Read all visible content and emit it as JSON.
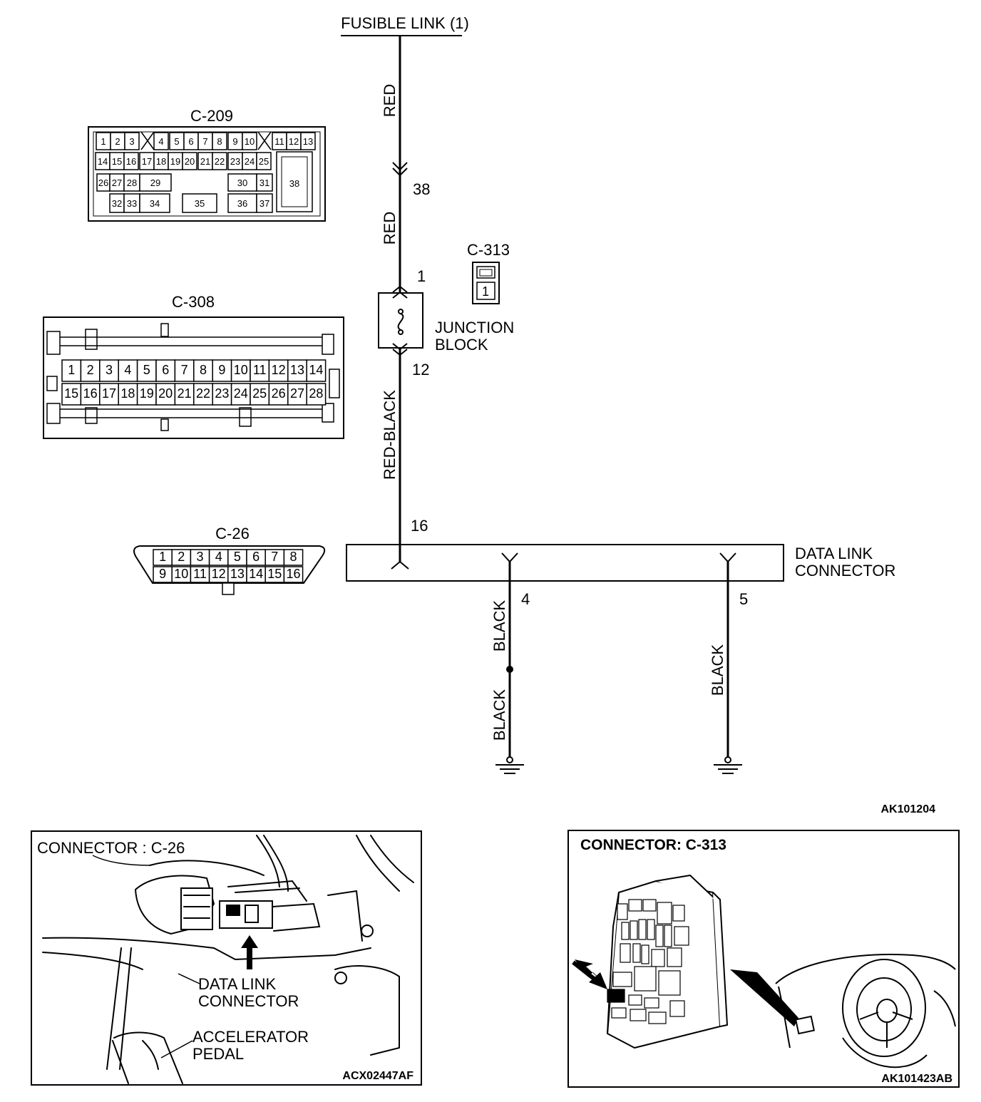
{
  "schematic": {
    "fusible_link": "FUSIBLE LINK (1)",
    "wires": {
      "red_upper": "RED",
      "red_lower": "RED",
      "red_black": "RED-BLACK",
      "black_pin4_upper": "BLACK",
      "black_pin4_lower": "BLACK",
      "black_pin5": "BLACK"
    },
    "pins": {
      "c209_38": "38",
      "jb_in": "1",
      "jb_out": "12",
      "dlc_16": "16",
      "dlc_4": "4",
      "dlc_5": "5"
    },
    "junction_block": [
      "JUNCTION",
      "BLOCK"
    ],
    "data_link_connector": [
      "DATA LINK",
      "CONNECTOR"
    ],
    "figure_code": "AK101204"
  },
  "connectors": {
    "c209": {
      "title": "C-209",
      "row1": [
        "1",
        "2",
        "3",
        "4",
        "5",
        "6",
        "7",
        "8",
        "9",
        "10",
        "11",
        "12",
        "13"
      ],
      "row2": [
        "14",
        "15",
        "16",
        "17",
        "18",
        "19",
        "20",
        "21",
        "22",
        "23",
        "24",
        "25"
      ],
      "row3": [
        "26",
        "27",
        "28",
        "29",
        "30",
        "31"
      ],
      "row4": [
        "32",
        "33",
        "34",
        "35",
        "36",
        "37"
      ],
      "big": "38"
    },
    "c308": {
      "title": "C-308",
      "row1": [
        "1",
        "2",
        "3",
        "4",
        "5",
        "6",
        "7",
        "8",
        "9",
        "10",
        "11",
        "12",
        "13",
        "14"
      ],
      "row2": [
        "15",
        "16",
        "17",
        "18",
        "19",
        "20",
        "21",
        "22",
        "23",
        "24",
        "25",
        "26",
        "27",
        "28"
      ]
    },
    "c313": {
      "title": "C-313",
      "pin": "1"
    },
    "c26": {
      "title": "C-26",
      "row1": [
        "1",
        "2",
        "3",
        "4",
        "5",
        "6",
        "7",
        "8"
      ],
      "row2": [
        "9",
        "10",
        "11",
        "12",
        "13",
        "14",
        "15",
        "16"
      ]
    }
  },
  "inset_left": {
    "header": "CONNECTOR : C-26",
    "callout_dlc": [
      "DATA LINK",
      "CONNECTOR"
    ],
    "callout_pedal": [
      "ACCELERATOR",
      "PEDAL"
    ],
    "code": "ACX02447AF"
  },
  "inset_right": {
    "header": "CONNECTOR: C-313",
    "code": "AK101423AB"
  }
}
